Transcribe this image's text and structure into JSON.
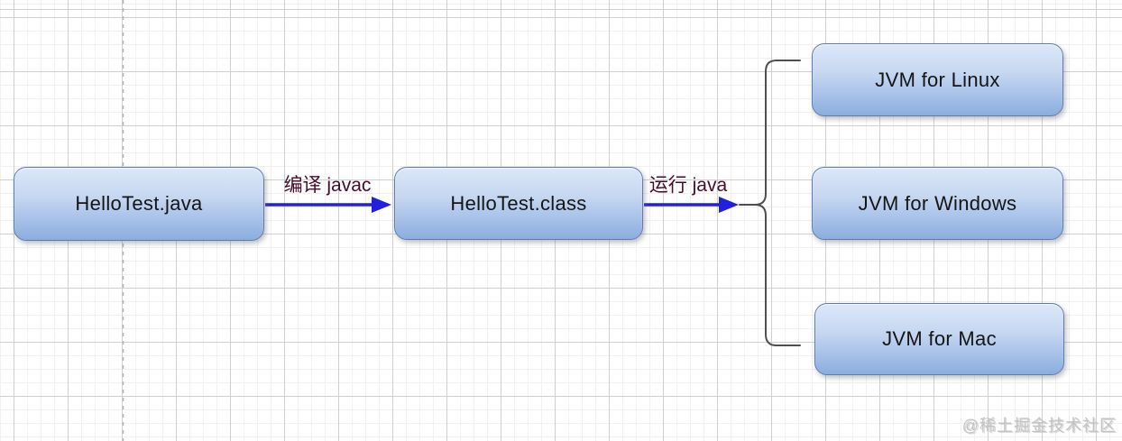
{
  "diagram": {
    "nodes": [
      {
        "id": "hellotest-java",
        "label": "HelloTest.java"
      },
      {
        "id": "hellotest-class",
        "label": "HelloTest.class"
      },
      {
        "id": "jvm-linux",
        "label": "JVM for Linux"
      },
      {
        "id": "jvm-windows",
        "label": "JVM for Windows"
      },
      {
        "id": "jvm-mac",
        "label": "JVM for Mac"
      }
    ],
    "edges": [
      {
        "from": "hellotest-java",
        "to": "hellotest-class",
        "label": "编译 javac"
      },
      {
        "from": "hellotest-class",
        "to": "jvm-branch",
        "label": "运行 java"
      }
    ],
    "colors": {
      "arrow": "#2020dd",
      "edge_label": "#470a2b",
      "node_border": "#5c7cb0",
      "node_fill_top": "#dce8f8",
      "node_fill_bottom": "#8badde",
      "bracket": "#4f4f4f",
      "grid_major": "#d0d0d0",
      "grid_minor": "#f4f0f0",
      "dashed_guide": "#b5b5b5",
      "watermark": "#c3c3c3"
    }
  },
  "watermark": {
    "text": "@稀土掘金技术社区"
  }
}
